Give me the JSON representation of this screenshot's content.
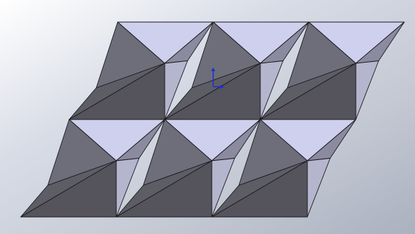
{
  "viewport": {
    "background_colors": [
      "#ffffff",
      "#d8dce6",
      "#c3c8d3",
      "#aab1bf"
    ],
    "outline_color": "#1a1a1e"
  },
  "model": {
    "type": "pyramid-tiled panel",
    "rows": 2,
    "columns": 3,
    "face_colors": {
      "top": "#cfd0ee",
      "left": "#6e6e7a",
      "right": "#8c8aa0",
      "bottom": "#55545c",
      "light_wedge": "#b5b5ce",
      "dark_wedge": "#5d5d66"
    }
  },
  "triad": {
    "axis_color": "#1f2fd0",
    "icon": "coordinate-triad-icon"
  }
}
